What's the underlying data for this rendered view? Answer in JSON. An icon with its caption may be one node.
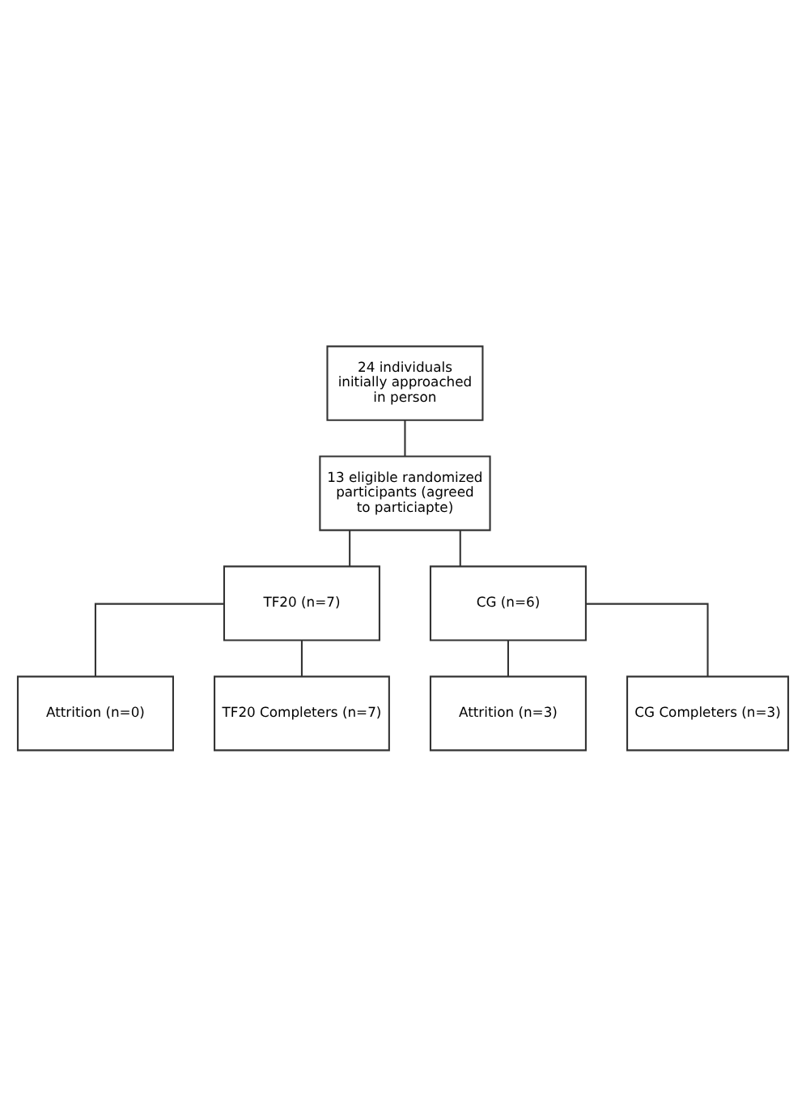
{
  "diagram": {
    "nodes": [
      {
        "text": [
          "24 individuals initially approached in person"
        ]
      },
      {
        "text": [
          "13 eligible randomized participants (agreed to particiapte)"
        ]
      },
      {
        "text": [
          "TF20 (n=7)"
        ]
      },
      {
        "text": [
          "CG (n=6)"
        ]
      },
      {
        "text": [
          "Attrition (n=0)"
        ]
      },
      {
        "text": [
          "Attrition (n=3)"
        ]
      },
      {
        "text": [
          "TF20 Completers (n=7)"
        ]
      },
      {
        "text": [
          "CG Completers (n=3)"
        ]
      }
    ],
    "edges": [
      {
        "from": 0,
        "to": 1,
        "arrow": "none"
      },
      {
        "from": 1,
        "to": 2,
        "arrow": "none"
      },
      {
        "from": 1,
        "to": 3,
        "arrow": "none"
      },
      {
        "from": 2,
        "to": 4,
        "arrow": "none"
      },
      {
        "from": 2,
        "to": 6,
        "arrow": "none"
      },
      {
        "from": 3,
        "to": 5,
        "arrow": "none"
      },
      {
        "from": 3,
        "to": 7,
        "arrow": "none"
      }
    ]
  }
}
